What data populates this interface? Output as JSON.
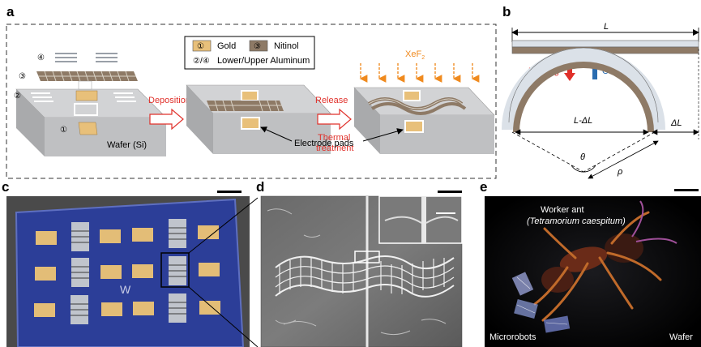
{
  "panels": {
    "a": "a",
    "b": "b",
    "c": "c",
    "d": "d",
    "e": "e"
  },
  "legend": {
    "gold_num": "①",
    "gold_label": "Gold",
    "nitinol_num": "③",
    "nitinol_label": "Nitinol",
    "aluminum_num": "②/④",
    "aluminum_label": "Lower/Upper Aluminum"
  },
  "panel_a": {
    "layer4": "④",
    "layer3": "③",
    "layer2": "②",
    "layer1": "①",
    "wafer": "Wafer (Si)",
    "step1": "Deposition",
    "step2": "Release",
    "step3_line1": "Thermal",
    "step3_line2": "treatment",
    "etchant": "XeF",
    "etchant_sub": "2",
    "electrode": "Electrode pads"
  },
  "panel_b": {
    "length": "L",
    "heating": "Heating",
    "cooling": "Cooling",
    "l_minus": "L-ΔL",
    "delta_l": "ΔL",
    "theta": "θ",
    "rho": "ρ"
  },
  "panel_c": {
    "mark": "W"
  },
  "panel_e": {
    "title_line1": "Worker ant",
    "title_line2": "(Tetramorium caespitum)",
    "microrobots": "Microrobots",
    "wafer": "Wafer"
  },
  "colors": {
    "gold": "#e8c07a",
    "nitinol": "#8e7a66",
    "wafer": "#cfd0d2",
    "chip_blue": "#2c3e98",
    "accent_red": "#e0302a",
    "accent_orange": "#f08a1e",
    "accent_blue": "#2a6cb0"
  }
}
